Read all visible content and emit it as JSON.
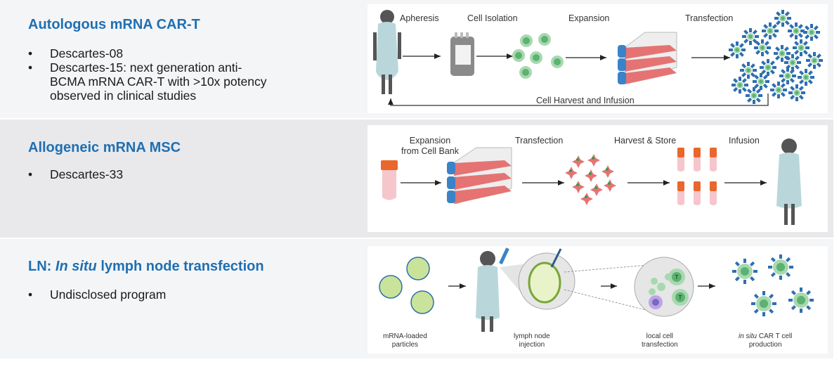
{
  "sections": [
    {
      "title": "Autologous mRNA CAR-T",
      "bullets": [
        "Descartes-08",
        "Descartes-15: next generation anti-BCMA mRNA CAR-T with >10x potency observed in clinical studies"
      ],
      "bullet_lines": [
        "Descartes-08",
        "Descartes-15: next generation anti-",
        "BCMA mRNA CAR-T with >10x potency",
        "observed in clinical studies"
      ],
      "steps": [
        "Apheresis",
        "Cell Isolation",
        "Expansion",
        "Transfection"
      ],
      "return_label": "Cell Harvest and Infusion"
    },
    {
      "title": "Allogeneic mRNA MSC",
      "bullets": [
        "Descartes-33"
      ],
      "steps": [
        "Expansion",
        "from Cell Bank",
        "Transfection",
        "Harvest & Store",
        "Infusion"
      ]
    },
    {
      "title_prefix": "LN: ",
      "title_italic": "In situ",
      "title_suffix": " lymph node transfection",
      "bullets": [
        "Undisclosed program"
      ],
      "captions": {
        "particles": [
          "mRNA-loaded",
          "particles"
        ],
        "injection": [
          "lymph node",
          "injection"
        ],
        "local": [
          "local cell",
          "transfection"
        ],
        "production_italic": "in situ",
        "production_rest": " CAR T cell",
        "production_line2": "production"
      },
      "cell_label": "T"
    }
  ],
  "bullet_glyph": "•",
  "colors": {
    "title_blue": "#1f6fb2",
    "cell_green": "#6fbf7f",
    "flask_red": "#e57373",
    "cap_blue": "#3a83c8",
    "tube_orange": "#e9662c",
    "gown": "#b9d7db",
    "skin": "#555555"
  }
}
